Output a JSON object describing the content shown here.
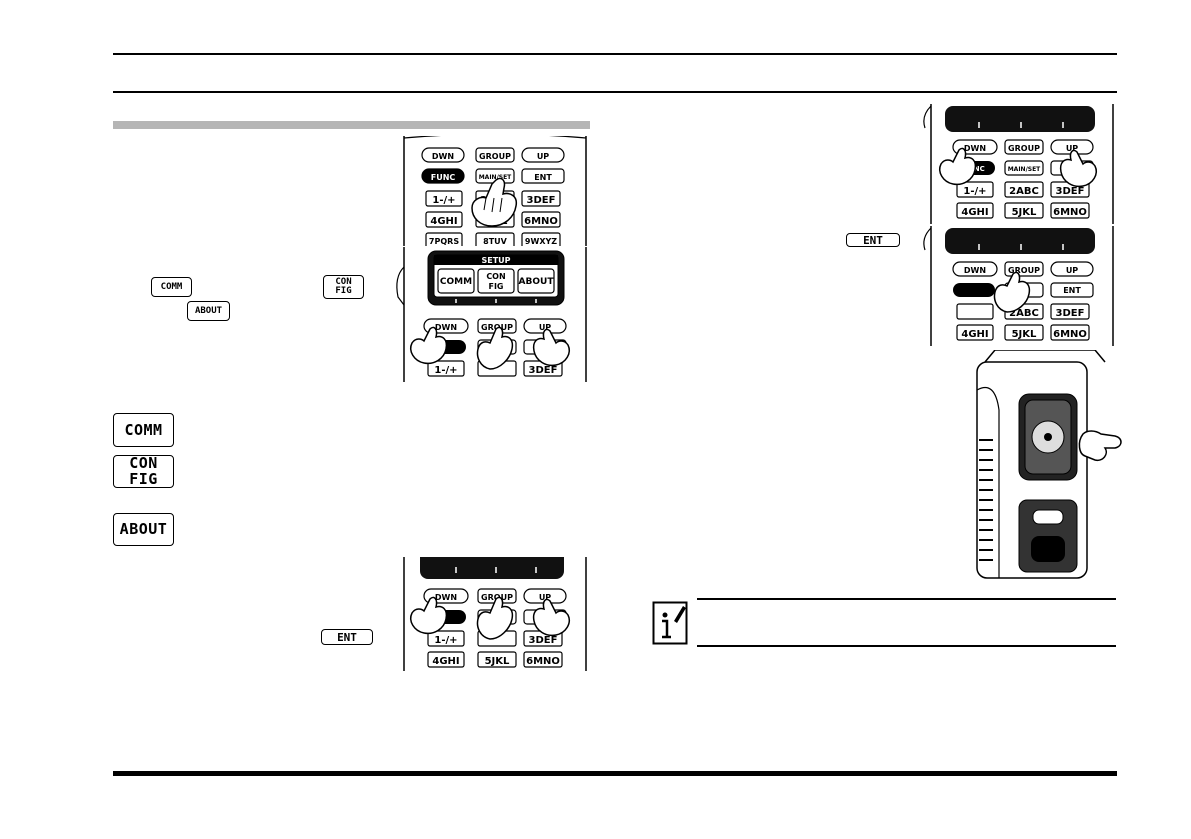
{
  "keys": {
    "dwn": "DWN",
    "group": "GROUP",
    "up": "UP",
    "func": "FUNC",
    "mainset": "MAIN/SET",
    "ent": "ENT",
    "k1": "1-/+",
    "k2": "2ABC",
    "k3": "3DEF",
    "k4": "4GHI",
    "k5": "5JKL",
    "k6": "6MNO",
    "k7": "7PQRS",
    "k8": "8TUV",
    "k9": "9WXYZ"
  },
  "screen": {
    "title": "SETUP",
    "comm": "COMM",
    "config_line1": "CON",
    "config_line2": "FIG",
    "about": "ABOUT"
  },
  "inline_buttons": {
    "comm": "COMM",
    "config_line1": "CON",
    "config_line2": "FIG",
    "about": "ABOUT",
    "ent": "ENT"
  },
  "list_buttons": {
    "comm": "COMM",
    "config_line1": "CON",
    "config_line2": "FIG",
    "about": "ABOUT"
  },
  "note": {
    "icon": "info-pencil-icon"
  }
}
